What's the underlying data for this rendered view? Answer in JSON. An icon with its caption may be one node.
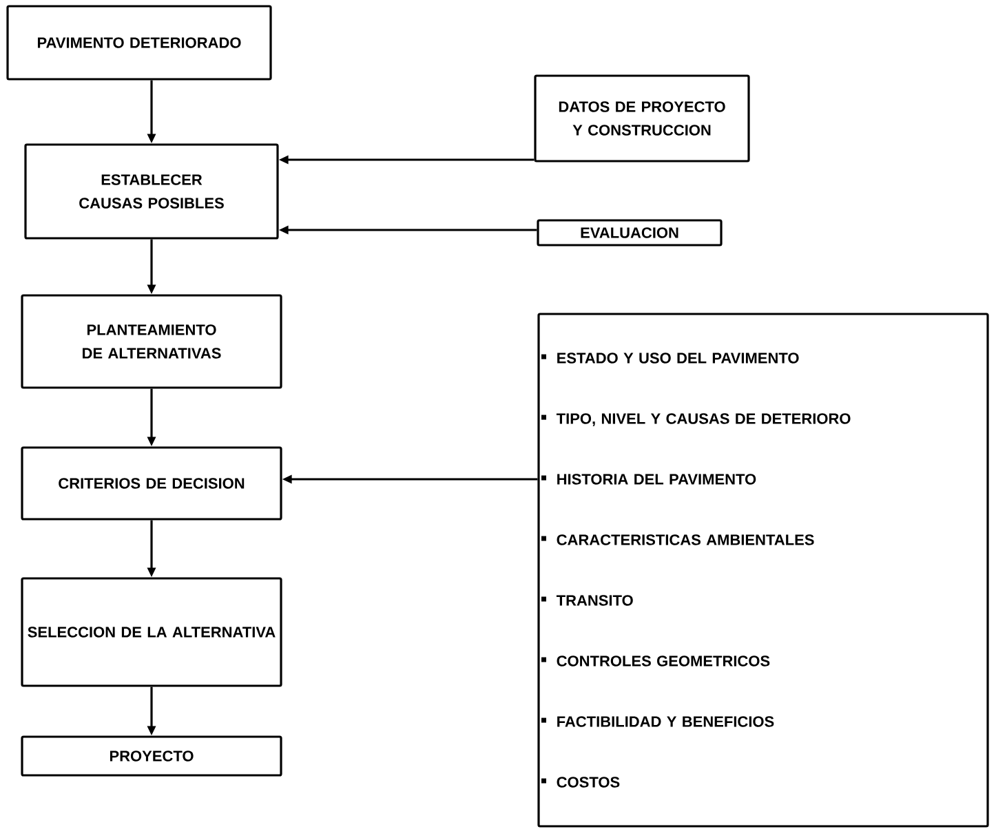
{
  "diagram": {
    "nodes": [
      {
        "text": [
          "PAVIMENTO DETERIORADO"
        ]
      },
      {
        "text": [
          "ESTABLECER CAUSAS POSIBLES"
        ]
      },
      {
        "text": [
          "DATOS DE PROYECTO Y CONSTRUCCION"
        ]
      },
      {
        "text": [
          "EVALUACION"
        ]
      },
      {
        "text": [
          "PLANTEAMIENTO DE ALTERNATIVAS"
        ]
      },
      {
        "text": [
          "CRITERIOS DE DECISION"
        ]
      },
      {
        "text": [
          "ESTADO Y USO DEL PAVIMENTO",
          "TIPO, NIVEL Y CAUSAS DE DETERIORO",
          "HISTORIA DEL PAVIMENTO",
          "CARACTERISTICAS AMBIENTALES",
          "TRANSITO",
          "CONTROLES GEOMETRICOS",
          "FACTIBILIDAD Y BENEFICIOS",
          "COSTOS"
        ]
      },
      {
        "text": [
          "SELECCION DE LA ALTERNATIVA"
        ]
      },
      {
        "text": [
          "PROYECTO"
        ]
      }
    ],
    "edges": [
      {
        "from": 0,
        "to": 1,
        "arrow": "to"
      },
      {
        "from": 2,
        "to": 1,
        "arrow": "to"
      },
      {
        "from": 3,
        "to": 1,
        "arrow": "to"
      },
      {
        "from": 1,
        "to": 4,
        "arrow": "to"
      },
      {
        "from": 4,
        "to": 5,
        "arrow": "to"
      },
      {
        "from": 6,
        "to": 5,
        "arrow": "to"
      },
      {
        "from": 5,
        "to": 7,
        "arrow": "to"
      },
      {
        "from": 7,
        "to": 8,
        "arrow": "to"
      }
    ]
  }
}
